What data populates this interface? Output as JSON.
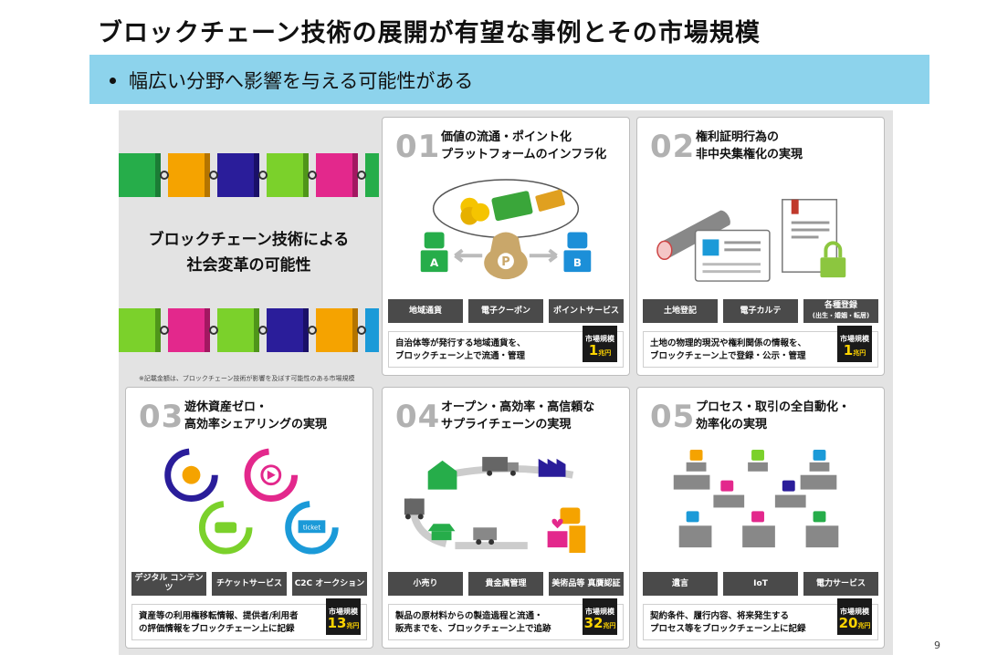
{
  "slide": {
    "title": "ブロックチェーン技術の展開が有望な事例とその市場規模",
    "bullet": "幅広い分野へ影響を与える可能性がある",
    "page_number": "9"
  },
  "intro": {
    "line1": "ブロックチェーン技術による",
    "line2": "社会変革の可能性",
    "note": "※記載金額は、ブロックチェーン技術が影響を及ぼす可能性のある市場規模"
  },
  "market_label": "市場規模",
  "unit": "兆円",
  "cards": [
    {
      "num": "01",
      "title1": "価値の流通・ポイント化",
      "title2": "プラットフォームのインフラ化",
      "tags": [
        "地域通貨",
        "電子クーポン",
        "ポイントサービス"
      ],
      "desc1": "自治体等が発行する地域通貨を、",
      "desc2": "ブロックチェーン上で流通・管理",
      "value": "1",
      "label_a": "A",
      "label_b": "B",
      "coin": "P"
    },
    {
      "num": "02",
      "title1": "権利証明行為の",
      "title2": "非中央集権化の実現",
      "tags": [
        "土地登記",
        "電子カルテ",
        "各種登録"
      ],
      "tag3_sub": "(出生・婚姻・転居)",
      "desc1": "土地の物理的現況や権利関係の情報を、",
      "desc2": "ブロックチェーン上で登録・公示・管理",
      "value": "1"
    },
    {
      "num": "03",
      "title1": "遊休資産ゼロ・",
      "title2": "高効率シェアリングの実現",
      "tags": [
        "デジタル コンテンツ",
        "チケットサービス",
        "C2C オークション"
      ],
      "desc1": "資産等の利用権移転情報、提供者/利用者",
      "desc2": "の評価情報をブロックチェーン上に記録",
      "value": "13",
      "ticket": "ticket"
    },
    {
      "num": "04",
      "title1": "オープン・高効率・高信頼な",
      "title2": "サプライチェーンの実現",
      "tags": [
        "小売り",
        "貴金属管理",
        "美術品等 真贋認証"
      ],
      "desc1": "製品の原材料からの製造過程と流通・",
      "desc2": "販売までを、ブロックチェーン上で追跡",
      "value": "32"
    },
    {
      "num": "05",
      "title1": "プロセス・取引の全自動化・",
      "title2": "効率化の実現",
      "tags": [
        "遺言",
        "IoT",
        "電力サービス"
      ],
      "desc1": "契約条件、履行内容、将来発生する",
      "desc2": "プロセス等をブロックチェーン上に記録",
      "value": "20"
    }
  ],
  "colors": {
    "banner": "#8dd3ec",
    "green": "#26ad4a",
    "blue": "#1c8fd8",
    "orange": "#f5a300",
    "purple": "#2a1d9a",
    "pink": "#e3288c",
    "lime": "#7bd12b",
    "teal": "#1b9ad8"
  }
}
